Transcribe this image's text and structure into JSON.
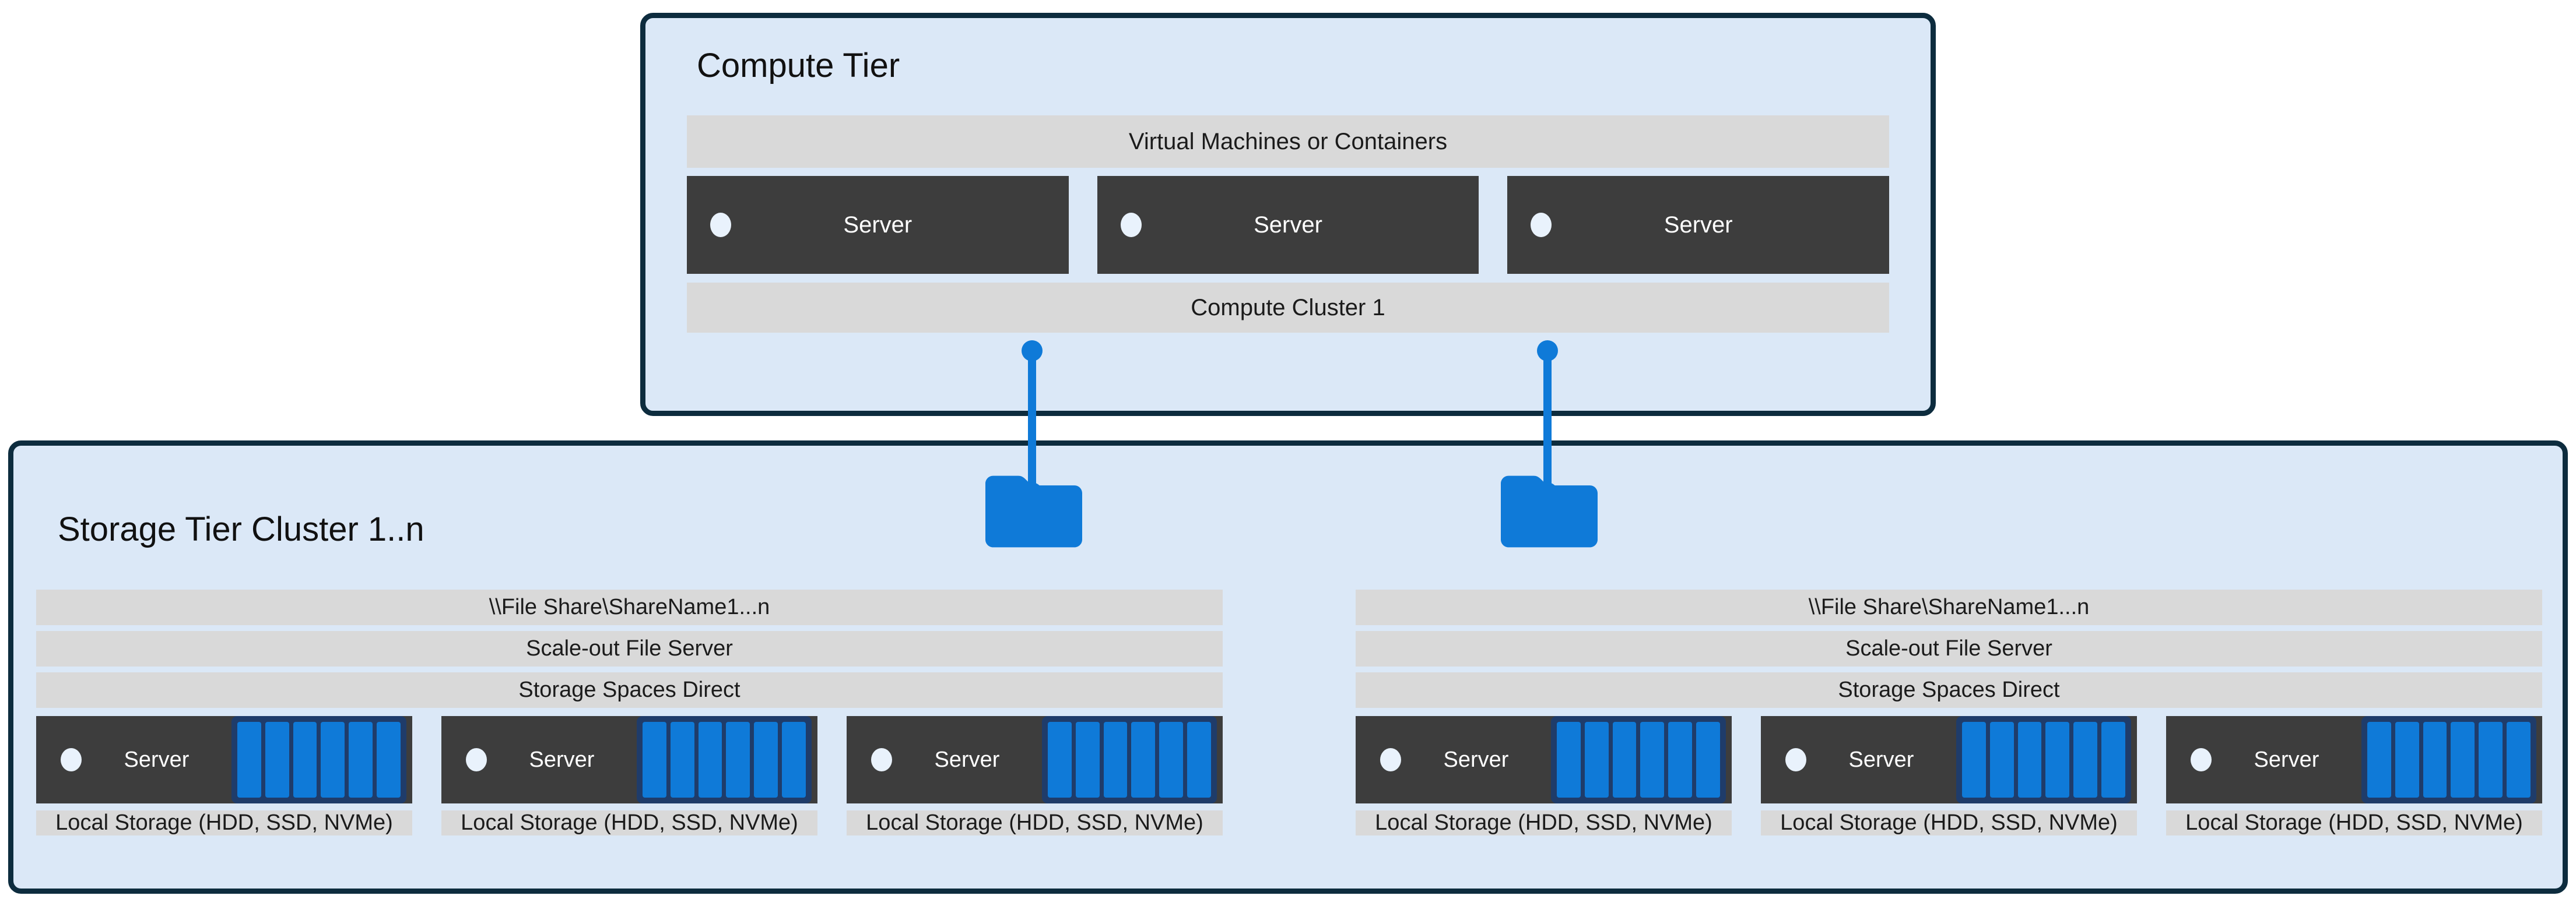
{
  "colors": {
    "accent_blue": "#0f7ad8",
    "border_navy": "#0d2c3e",
    "box_fill": "#dbe8f7",
    "bar_gray": "#d9d9d9",
    "server_dark": "#3d3d3d",
    "disk_frame_navy": "#1f3c6a",
    "dot_fill": "#e9f2fc",
    "text_dark": "#1b1b1b",
    "text_light": "#ffffff"
  },
  "icons": {
    "folder": "file-share-folder-icon",
    "server_dot": "server-indicator-dot",
    "disk_array": "local-disk-array"
  },
  "compute_tier": {
    "title": "Compute Tier",
    "vm_bar_label": "Virtual Machines or Containers",
    "cluster_bar_label": "Compute Cluster 1",
    "servers": [
      {
        "label": "Server"
      },
      {
        "label": "Server"
      },
      {
        "label": "Server"
      }
    ]
  },
  "storage_tier": {
    "title": "Storage Tier Cluster 1..n",
    "disk_bars_per_server": 6,
    "clusters": [
      {
        "file_share_label": "\\\\File Share\\ShareName1...n",
        "scale_out_label": "Scale-out File Server",
        "spaces_direct_label": "Storage Spaces Direct",
        "nodes": [
          {
            "label": "Server",
            "local_storage_label": "Local Storage (HDD, SSD, NVMe)"
          },
          {
            "label": "Server",
            "local_storage_label": "Local Storage (HDD, SSD, NVMe)"
          },
          {
            "label": "Server",
            "local_storage_label": "Local Storage (HDD, SSD, NVMe)"
          }
        ]
      },
      {
        "file_share_label": "\\\\File Share\\ShareName1...n",
        "scale_out_label": "Scale-out File Server",
        "spaces_direct_label": "Storage Spaces Direct",
        "nodes": [
          {
            "label": "Server",
            "local_storage_label": "Local Storage (HDD, SSD, NVMe)"
          },
          {
            "label": "Server",
            "local_storage_label": "Local Storage (HDD, SSD, NVMe)"
          },
          {
            "label": "Server",
            "local_storage_label": "Local Storage (HDD, SSD, NVMe)"
          }
        ]
      }
    ]
  }
}
